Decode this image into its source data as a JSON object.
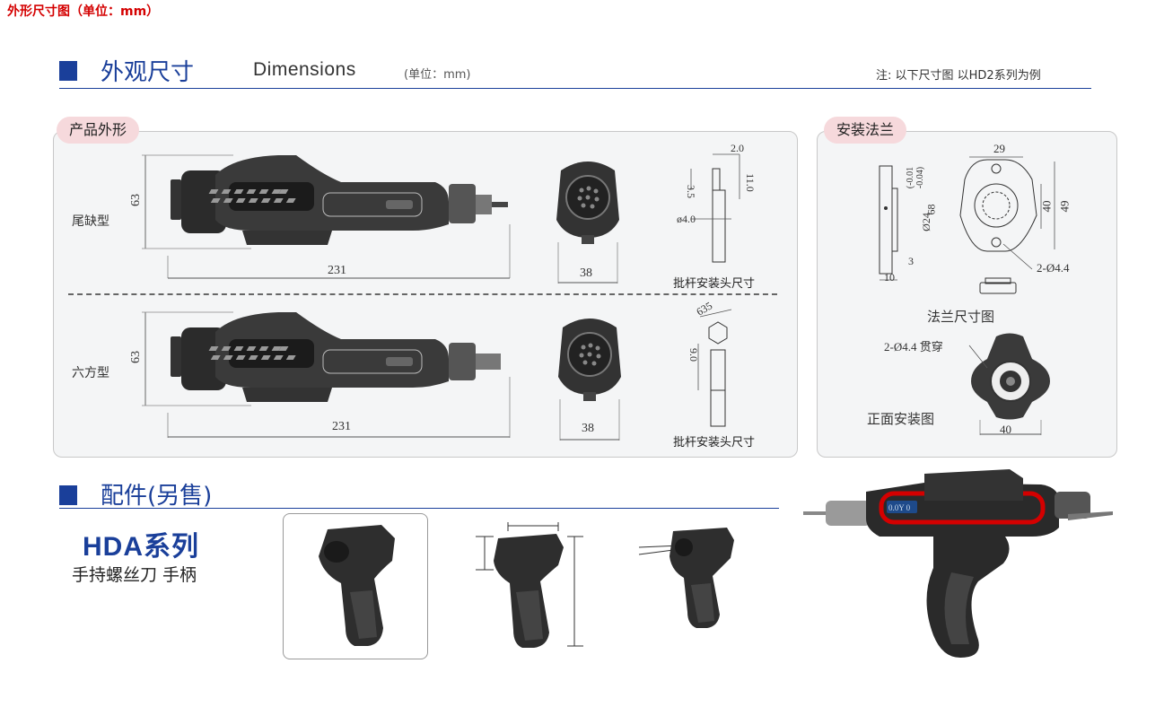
{
  "header": {
    "top_title": "外形尺寸图（单位：mm）"
  },
  "dimensions": {
    "title": "外观尺寸",
    "title_en": "Dimensions",
    "unit": "(单位：mm)",
    "note": "注: 以下尺寸图 以HD2系列为例"
  },
  "product_panel": {
    "pill": "产品外形",
    "rows": [
      {
        "label": "尾缺型",
        "height": "63",
        "length": "231",
        "front_width": "38",
        "bit_caption": "批杆安装头尺寸",
        "bit_dims": [
          "2.0",
          "11.0",
          "3.5",
          "ø4.0"
        ]
      },
      {
        "label": "六方型",
        "height": "63",
        "length": "231",
        "front_width": "38",
        "bit_caption": "批杆安装头尺寸",
        "bit_dims": [
          "635",
          "9.0"
        ]
      }
    ]
  },
  "flange_panel": {
    "pill": "安装法兰",
    "dims": {
      "w29": "29",
      "h40": "40",
      "h49": "49",
      "tol": "(-0.01\n-0.04)",
      "d24": "Ø24",
      "d68": "68",
      "t10": "10",
      "t3": "3",
      "holes": "2-Ø4.4",
      "front40": "40"
    },
    "flange_caption": "法兰尺寸图",
    "front_caption": "正面安装图",
    "through_label": "2-Ø4.4 贯穿"
  },
  "accessories": {
    "title": "配件(另售)",
    "series": "HDA系列",
    "subtitle": "手持螺丝刀 手柄"
  },
  "device": {
    "display_text": "0.0Y  0"
  },
  "colors": {
    "accent": "#1a3f9a",
    "red": "#d40000",
    "pill": "#f6d9dc"
  }
}
